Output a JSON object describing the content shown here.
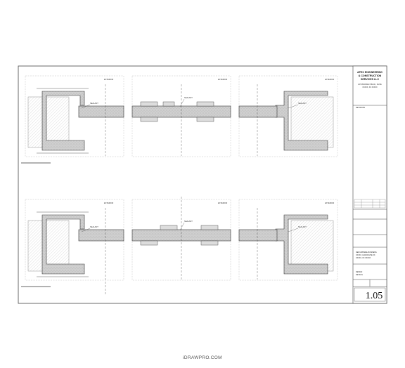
{
  "title_block": {
    "company_lines": [
      "APEX ENGINEERING",
      "& CONSTRUCTION",
      "SERVICES LLC"
    ],
    "address_lines": [
      "207 PROSPECT BLVD., SUITE",
      "XXXXX, XX XXXXX"
    ],
    "section_label": "REVISIONS",
    "project_lines": [
      "NEW APPAREL BUSINESS",
      "XXXXX, 1200 ROUTE XX",
      "XXXXX, XX XXXXX"
    ],
    "drawing_lines": [
      "DESIGN",
      "DETAILS"
    ],
    "sheet_number": "1.05"
  },
  "details": [
    {
      "id": "top-left",
      "tag": "EXTERIOR",
      "label": "SEALANT"
    },
    {
      "id": "top-mid",
      "tag": "EXTERIOR",
      "label": "SEALANT"
    },
    {
      "id": "top-right",
      "tag": "EXTERIOR",
      "label": "SEALANT"
    },
    {
      "id": "bot-left",
      "tag": "EXTERIOR",
      "label": "SEALANT"
    },
    {
      "id": "bot-mid",
      "tag": "EXTERIOR",
      "label": "SEALANT"
    },
    {
      "id": "bot-right",
      "tag": "EXTERIOR",
      "label": "SEALANT"
    }
  ],
  "watermark": "iDRAWPRO.COM"
}
